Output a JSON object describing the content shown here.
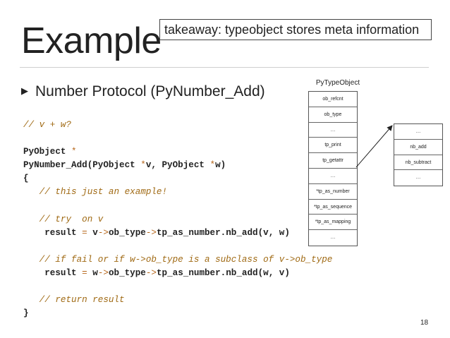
{
  "slide": {
    "title": "Example",
    "takeaway": "takeaway: typeobject stores meta information",
    "bullet": "Number Protocol (PyNumber_Add)",
    "page_number": "18"
  },
  "code_lines": [
    [
      {
        "t": "// v + w?",
        "c": "cmt"
      }
    ],
    [],
    [
      {
        "t": "PyObject ",
        "c": "bold"
      },
      {
        "t": "*",
        "c": "op"
      }
    ],
    [
      {
        "t": "PyNumber_Add(PyObject ",
        "c": "bold"
      },
      {
        "t": "*",
        "c": "op"
      },
      {
        "t": "v, PyObject ",
        "c": "bold"
      },
      {
        "t": "*",
        "c": "op"
      },
      {
        "t": "w)",
        "c": "bold"
      }
    ],
    [
      {
        "t": "{",
        "c": "bold"
      }
    ],
    [
      {
        "t": "   // this just an example!",
        "c": "cmt"
      }
    ],
    [],
    [
      {
        "t": "   // try  on v",
        "c": "cmt"
      }
    ],
    [
      {
        "t": "    result ",
        "c": "bold"
      },
      {
        "t": "=",
        "c": "op"
      },
      {
        "t": " v",
        "c": "bold"
      },
      {
        "t": "->",
        "c": "op"
      },
      {
        "t": "ob_type",
        "c": "bold"
      },
      {
        "t": "->",
        "c": "op"
      },
      {
        "t": "tp_as_number.nb_add(v, w)",
        "c": "bold"
      }
    ],
    [],
    [
      {
        "t": "   // if fail or if w->ob_type is a subclass of v->ob_type",
        "c": "cmt"
      }
    ],
    [
      {
        "t": "    result ",
        "c": "bold"
      },
      {
        "t": "=",
        "c": "op"
      },
      {
        "t": " w",
        "c": "bold"
      },
      {
        "t": "->",
        "c": "op"
      },
      {
        "t": "ob_type",
        "c": "bold"
      },
      {
        "t": "->",
        "c": "op"
      },
      {
        "t": "tp_as_number.nb_add(w, v)",
        "c": "bold"
      }
    ],
    [],
    [
      {
        "t": "   // return result",
        "c": "cmt"
      }
    ],
    [
      {
        "t": "}",
        "c": "bold"
      }
    ]
  ],
  "diagram": {
    "typeobject_label": "PyTypeObject",
    "typeobject_fields": [
      "ob_refcnt",
      "ob_type",
      "…",
      "tp_print",
      "tp_getattr",
      "…",
      "*tp_as_number",
      "*tp_as_sequence",
      "*tp_as_mapping",
      "…"
    ],
    "number_methods_fields": [
      "…",
      "nb_add",
      "nb_subtract",
      "…"
    ]
  }
}
